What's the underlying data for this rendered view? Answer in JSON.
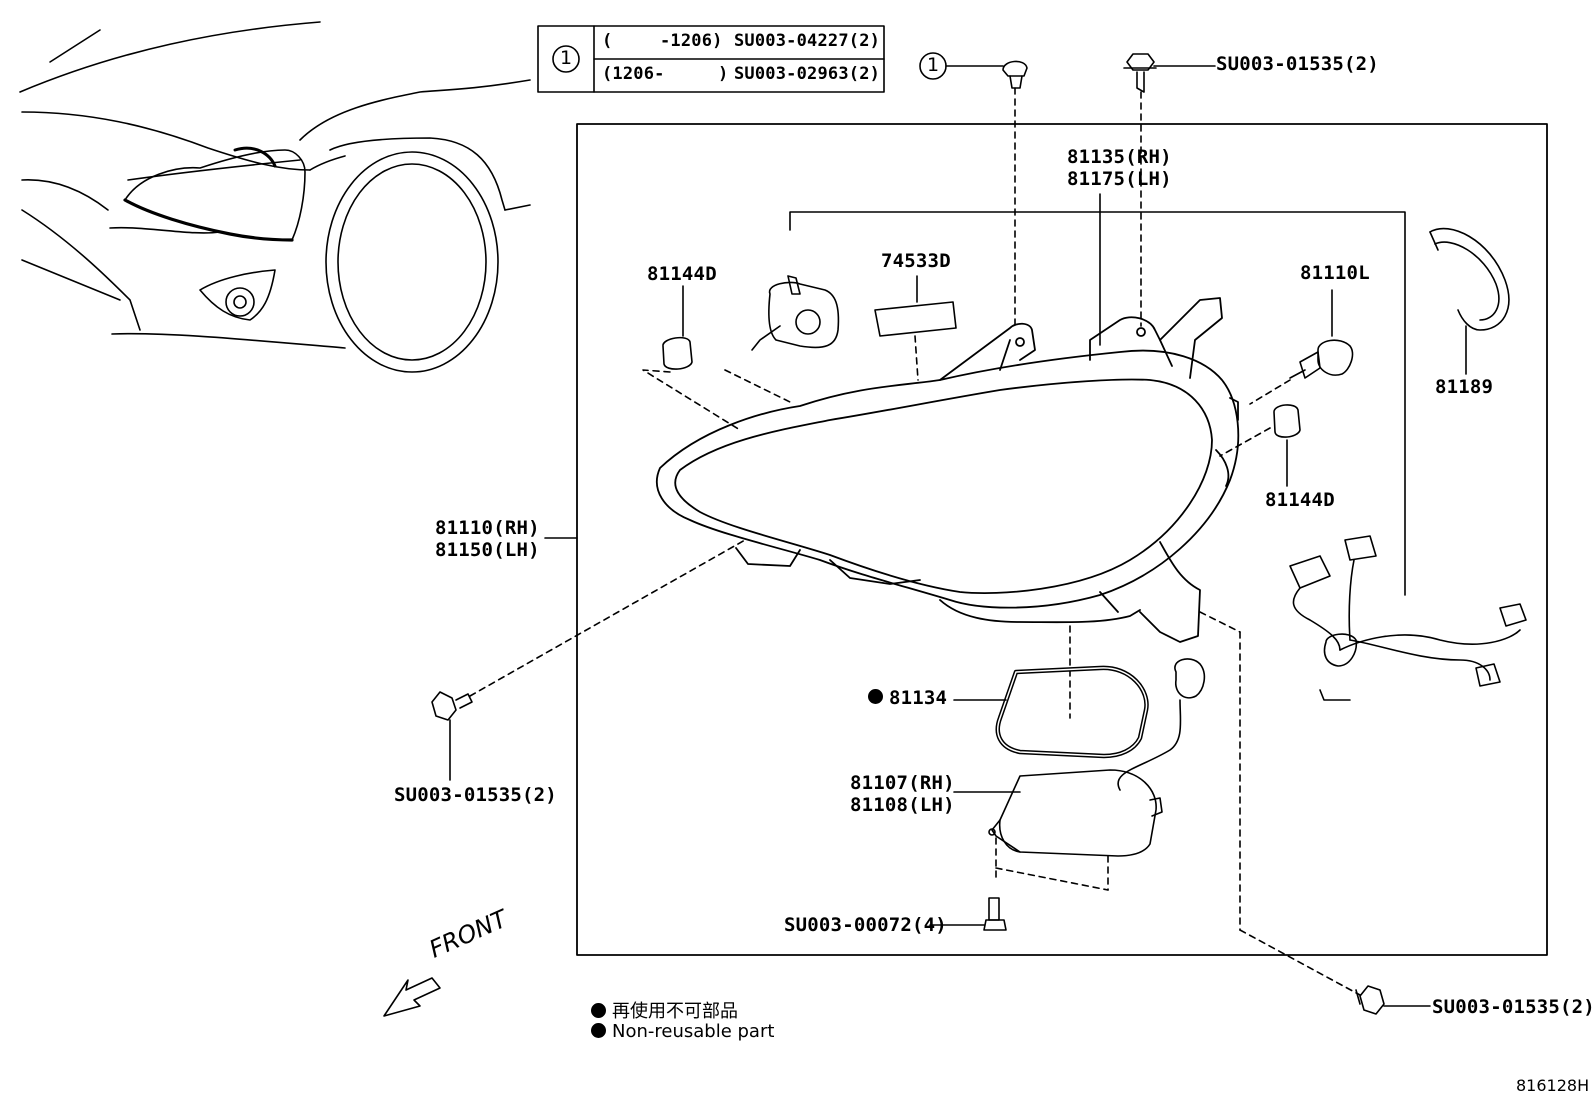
{
  "callout_table": {
    "key": "1",
    "rows": [
      {
        "range_start": "(",
        "range_end": "-1206)",
        "part": "SU003-04227(2)"
      },
      {
        "range_start": "(1206-",
        "range_end": ")",
        "part": "SU003-02963(2)"
      }
    ]
  },
  "callout_marker": "1",
  "parts": {
    "bolt_top": "SU003-01535(2)",
    "p81135_rh": "81135(RH)",
    "p81175_lh": "81175(LH)",
    "p81144d_top": "81144D",
    "p74533d": "74533D",
    "p81110l": "81110L",
    "p81189": "81189",
    "p81144d_right": "81144D",
    "p81110_rh": "81110(RH)",
    "p81150_lh": "81150(LH)",
    "bolt_left": "SU003-01535(2)",
    "p81134": "81134",
    "p81107_rh": "81107(RH)",
    "p81108_lh": "81108(LH)",
    "screw_bottom": "SU003-00072(4)",
    "bolt_bottom_right": "SU003-01535(2)"
  },
  "front_label": "FRONT",
  "notes": {
    "non_reusable_jp": "再使用不可部品",
    "non_reusable_en": "Non-reusable part"
  },
  "diagram_ref": "816128H"
}
